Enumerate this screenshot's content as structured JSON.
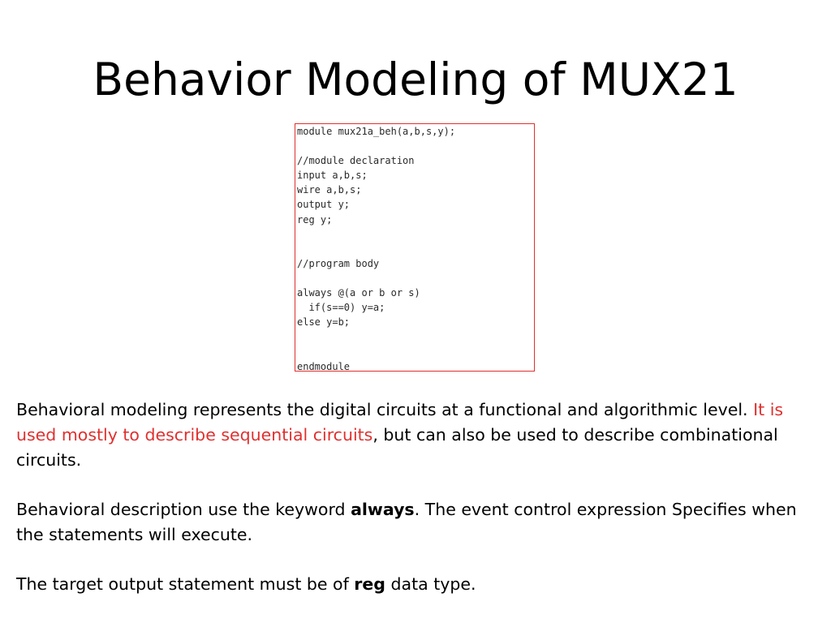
{
  "slide": {
    "title": "Behavior Modeling of MUX21"
  },
  "code": {
    "lines": [
      "module mux21a_beh(a,b,s,y);",
      "",
      "//module declaration",
      "input a,b,s;",
      "wire a,b,s;",
      "output y;",
      "reg y;",
      "",
      "",
      "//program body",
      "",
      "always @(a or b or s)",
      "  if(s==0) y=a;",
      "else y=b;",
      "",
      "",
      "endmodule"
    ]
  },
  "text": {
    "p1_part1": "Behavioral modeling represents the digital circuits at a functional and algorithmic level.  ",
    "p1_red": "It is used mostly to describe sequential circuits",
    "p1_part2": ", but can also be used to describe combinational circuits.",
    "p2_part1": "Behavioral description use the keyword ",
    "p2_bold": "always",
    "p2_part2": ".  The event control expression Specifies when the statements will execute.",
    "p3_part1": "The target output statement must be of ",
    "p3_bold": "reg",
    "p3_part2": " data type."
  },
  "colors": {
    "code_border": "#e0302f",
    "highlight_text": "#e0302f"
  }
}
